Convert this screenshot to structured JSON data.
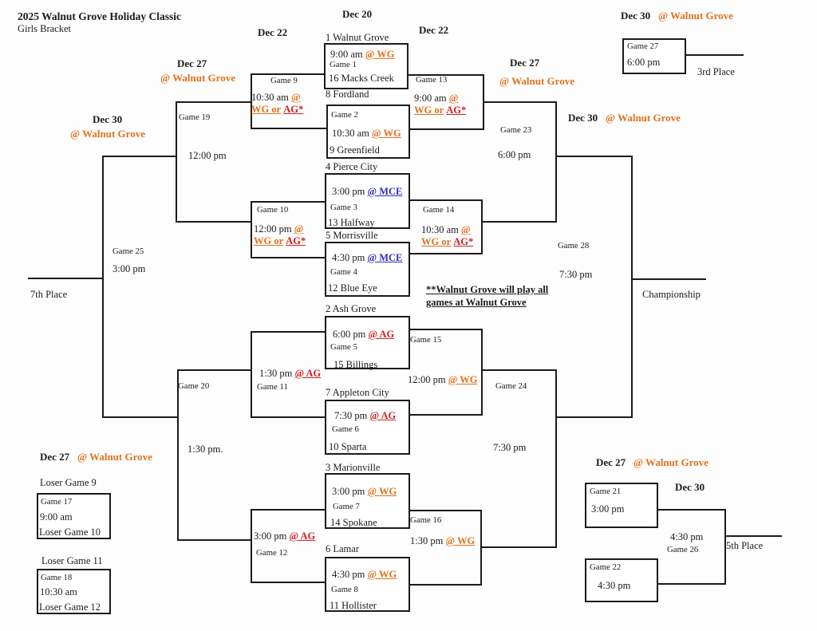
{
  "colors": {
    "accent_orange": "#E1711C",
    "accent_red": "#CE2020",
    "accent_blue": "#2E2EB8",
    "line_black": "#1B1B1B"
  },
  "title": "2025 Walnut Grove Holiday Classic",
  "subtitle": "Girls Bracket",
  "headers": {
    "dec20": "Dec 20",
    "dec22_left": "Dec 22",
    "dec22_right": "Dec 22",
    "dec27_left": {
      "date": "Dec 27",
      "venue": "@ Walnut Grove"
    },
    "dec27_right": {
      "date": "Dec 27",
      "venue": "@ Walnut Grove"
    },
    "dec30_left": {
      "date": "Dec 30",
      "venue": "@ Walnut Grove"
    },
    "dec30_right": {
      "date": "Dec 30",
      "venue": "@ Walnut Grove"
    },
    "dec30_top_right": {
      "date": "Dec 30",
      "venue": "@ Walnut Grove"
    },
    "dec27_bottom_left": {
      "date": "Dec 27",
      "venue": "@ Walnut Grove"
    },
    "dec27_bottom_right": {
      "date": "Dec 27",
      "venue": "@ Walnut Grove"
    },
    "dec30_fifth": "Dec 30"
  },
  "first_round": [
    {
      "top_team": "1 Walnut Grove",
      "time": "9:00 am",
      "venue": "@ WG",
      "label": "Game 1",
      "bottom_team": "16 Macks Creek"
    },
    {
      "top_team": "8 Fordland",
      "label": "Game 2",
      "time": "10:30 am",
      "venue": "@ WG",
      "bottom_team": "9 Greenfield"
    },
    {
      "top_team": "4 Pierce City",
      "time": "3:00 pm",
      "venue": "@ MCE",
      "label": "Game 3",
      "bottom_team": "13 Halfway"
    },
    {
      "top_team": "5 Morrisville",
      "time": "4:30 pm",
      "venue": "@ MCE",
      "label": "Game 4",
      "bottom_team": "12 Blue Eye"
    },
    {
      "top_team": "2 Ash Grove",
      "time": "6:00 pm",
      "venue": "@ AG",
      "label": "Game 5",
      "bottom_team": "15 Billings"
    },
    {
      "top_team": "7 Appleton City",
      "time": "7:30 pm",
      "venue": "@ AG",
      "label": "Game 6",
      "bottom_team": "10 Sparta"
    },
    {
      "top_team": "3 Marionville",
      "time": "3:00 pm",
      "venue": "@ WG",
      "label": "Game 7",
      "bottom_team": "14 Spokane"
    },
    {
      "top_team": "6 Lamar",
      "time": "4:30 pm",
      "venue": "@ WG",
      "label": "Game 8",
      "bottom_team": "11 Hollister"
    }
  ],
  "round2": {
    "g9": {
      "label": "Game 9",
      "time": "10:30 am",
      "at": "@",
      "alt_a": "WG or",
      "alt_b": "AG*"
    },
    "g10": {
      "label": "Game 10",
      "time": "12:00 pm",
      "at": "@",
      "alt_a": "WG or",
      "alt_b": "AG*"
    },
    "g13": {
      "label": "Game 13",
      "time": "9:00 am",
      "at": "@",
      "alt_a": "WG or",
      "alt_b": "AG*"
    },
    "g14": {
      "label": "Game 14",
      "time": "10:30 am",
      "at": "@",
      "alt_a": "WG or",
      "alt_b": "AG*"
    },
    "g11": {
      "label": "Game 11",
      "time": "1:30 pm",
      "venue": "@ AG"
    },
    "g12": {
      "label": "Game 12",
      "time": "3:00 pm",
      "venue": "@ AG"
    },
    "g15": {
      "label": "Game 15",
      "time": "12:00 pm",
      "venue": "@ WG"
    },
    "g16": {
      "label": "Game 16",
      "time": "1:30 pm",
      "venue": "@ WG"
    }
  },
  "semis": {
    "g19": {
      "label": "Game 19",
      "time": "12:00 pm"
    },
    "g20": {
      "label": "Game 20",
      "time": "1:30 pm."
    },
    "g23": {
      "label": "Game 23",
      "time": "6:00 pm"
    },
    "g24": {
      "label": "Game 24",
      "time": "7:30 pm"
    }
  },
  "finals": {
    "g25": {
      "label": "Game 25",
      "time": "3:00 pm"
    },
    "g26": {
      "label": "Game 26",
      "time": "4:30 pm"
    },
    "g28": {
      "label": "Game 28",
      "time": "7:30 pm"
    }
  },
  "boxes": {
    "g17": {
      "above": "Loser Game 9",
      "label": "Game 17",
      "time": "9:00 am",
      "below": "Loser Game 10"
    },
    "g18": {
      "above": "Loser Game 11",
      "label": "Game 18",
      "time": "10:30 am",
      "below": "Loser Game 12"
    },
    "g21": {
      "label": "Game 21",
      "time": "3:00 pm"
    },
    "g22": {
      "label": "Game 22",
      "time": "4:30 pm"
    },
    "g27": {
      "label": "Game 27",
      "time": "6:00 pm"
    }
  },
  "placements": {
    "championship": "Championship",
    "third": "3rd Place",
    "fifth": "5th Place",
    "seventh": "7th Place"
  },
  "note": {
    "line1": "**Walnut Grove will play all",
    "line2": "games at Walnut Grove"
  }
}
